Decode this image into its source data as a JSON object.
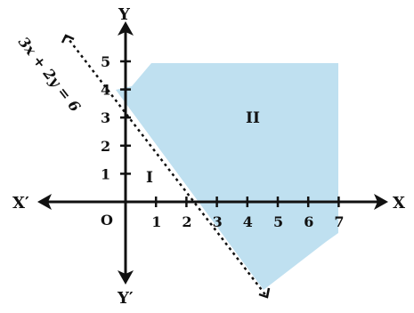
{
  "colors": {
    "region_fill": "#bfe0f0",
    "axis": "#111111",
    "line": "#111111"
  },
  "axes": {
    "x_pos_label": "X",
    "x_neg_label": "X′",
    "y_pos_label": "Y",
    "y_neg_label": "Y′",
    "origin_label": "O",
    "x_ticks": [
      "1",
      "2",
      "3",
      "4",
      "5",
      "6",
      "7"
    ],
    "y_ticks": [
      "1",
      "2",
      "3",
      "4",
      "5"
    ]
  },
  "line": {
    "equation_label": "3x + 2y = 6",
    "style": "dotted"
  },
  "regions": {
    "region_one_label": "I",
    "region_two_label": "II"
  }
}
